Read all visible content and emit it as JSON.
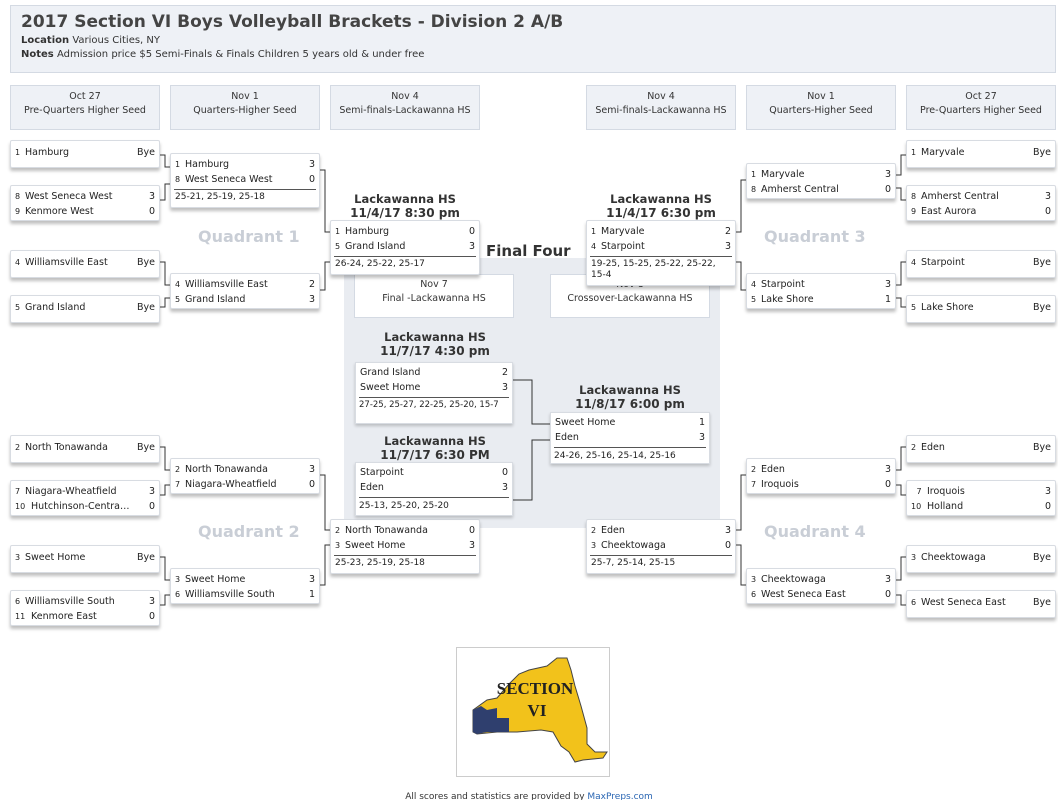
{
  "header": {
    "title": "2017 Section VI Boys Volleyball Brackets - Division 2 A/B",
    "location_label": "Location",
    "location_value": "Various Cities, NY",
    "notes_label": "Notes",
    "notes_value": "Admission price $5 Semi-Finals & Finals Children 5 years old  & under free"
  },
  "columns": {
    "left_prequarters": {
      "date": "Oct 27",
      "label": "Pre-Quarters Higher Seed"
    },
    "left_quarters": {
      "date": "Nov 1",
      "label": "Quarters-Higher Seed"
    },
    "left_semis": {
      "date": "Nov 4",
      "label": "Semi-finals-Lackawanna HS"
    },
    "right_semis": {
      "date": "Nov 4",
      "label": "Semi-finals-Lackawanna HS"
    },
    "right_quarters": {
      "date": "Nov 1",
      "label": "Quarters-Higher Seed"
    },
    "right_prequarters": {
      "date": "Oct 27",
      "label": "Pre-Quarters Higher Seed"
    }
  },
  "quadrants": {
    "q1": "Quadrant 1",
    "q2": "Quadrant 2",
    "q3": "Quadrant 3",
    "q4": "Quadrant 4"
  },
  "prequarters_left": [
    {
      "top": {
        "seed": "1",
        "name": "Hamburg",
        "score": "Bye"
      }
    },
    {
      "top": {
        "seed": "8",
        "name": "West Seneca West",
        "score": "3"
      },
      "bottom": {
        "seed": "9",
        "name": "Kenmore West",
        "score": "0"
      }
    },
    {
      "top": {
        "seed": "4",
        "name": "Williamsville East",
        "score": "Bye"
      }
    },
    {
      "top": {
        "seed": "5",
        "name": "Grand Island",
        "score": "Bye"
      }
    },
    {
      "top": {
        "seed": "2",
        "name": "North Tonawanda",
        "score": "Bye"
      }
    },
    {
      "top": {
        "seed": "7",
        "name": "Niagara-Wheatfield",
        "score": "3"
      },
      "bottom": {
        "seed": "10",
        "name": "Hutchinson-Central Te...",
        "score": "0"
      }
    },
    {
      "top": {
        "seed": "3",
        "name": "Sweet Home",
        "score": "Bye"
      }
    },
    {
      "top": {
        "seed": "6",
        "name": "Williamsville South",
        "score": "3"
      },
      "bottom": {
        "seed": "11",
        "name": "Kenmore East",
        "score": "0"
      }
    }
  ],
  "quarters_left": [
    {
      "top": {
        "seed": "1",
        "name": "Hamburg",
        "score": "3"
      },
      "bottom": {
        "seed": "8",
        "name": "West Seneca West",
        "score": "0"
      },
      "sets": "25-21, 25-19, 25-18"
    },
    {
      "top": {
        "seed": "4",
        "name": "Williamsville East",
        "score": "2"
      },
      "bottom": {
        "seed": "5",
        "name": "Grand Island",
        "score": "3"
      },
      "sets": ""
    },
    {
      "top": {
        "seed": "2",
        "name": "North Tonawanda",
        "score": "3"
      },
      "bottom": {
        "seed": "7",
        "name": "Niagara-Wheatfield",
        "score": "0"
      },
      "sets": ""
    },
    {
      "top": {
        "seed": "3",
        "name": "Sweet Home",
        "score": "3"
      },
      "bottom": {
        "seed": "6",
        "name": "Williamsville South",
        "score": "1"
      },
      "sets": ""
    }
  ],
  "semis_left": [
    {
      "venue": "Lackawanna HS",
      "when": "11/4/17 8:30 pm",
      "top": {
        "seed": "1",
        "name": "Hamburg",
        "score": "0"
      },
      "bottom": {
        "seed": "5",
        "name": "Grand Island",
        "score": "3"
      },
      "sets": "26-24, 25-22, 25-17"
    },
    {
      "top": {
        "seed": "2",
        "name": "North Tonawanda",
        "score": "0"
      },
      "bottom": {
        "seed": "3",
        "name": "Sweet Home",
        "score": "3"
      },
      "sets": "25-23, 25-19, 25-18"
    }
  ],
  "semis_right": [
    {
      "venue": "Lackawanna HS",
      "when": "11/4/17 6:30 pm",
      "top": {
        "seed": "1",
        "name": "Maryvale",
        "score": "2"
      },
      "bottom": {
        "seed": "4",
        "name": "Starpoint",
        "score": "3"
      },
      "sets": "19-25, 15-25, 25-22, 25-22, 15-4"
    },
    {
      "top": {
        "seed": "2",
        "name": "Eden",
        "score": "3"
      },
      "bottom": {
        "seed": "3",
        "name": "Cheektowaga",
        "score": "0"
      },
      "sets": "25-7, 25-14, 25-15"
    }
  ],
  "quarters_right": [
    {
      "top": {
        "seed": "1",
        "name": "Maryvale",
        "score": "3"
      },
      "bottom": {
        "seed": "8",
        "name": "Amherst Central",
        "score": "0"
      }
    },
    {
      "top": {
        "seed": "4",
        "name": "Starpoint",
        "score": "3"
      },
      "bottom": {
        "seed": "5",
        "name": "Lake Shore",
        "score": "1"
      }
    },
    {
      "top": {
        "seed": "2",
        "name": "Eden",
        "score": "3"
      },
      "bottom": {
        "seed": "7",
        "name": "Iroquois",
        "score": "0"
      }
    },
    {
      "top": {
        "seed": "3",
        "name": "Cheektowaga",
        "score": "3"
      },
      "bottom": {
        "seed": "6",
        "name": "West Seneca East",
        "score": "0"
      }
    }
  ],
  "prequarters_right": [
    {
      "top": {
        "seed": "1",
        "name": "Maryvale",
        "score": "Bye"
      }
    },
    {
      "top": {
        "seed": "8",
        "name": "Amherst Central",
        "score": "3"
      },
      "bottom": {
        "seed": "9",
        "name": "East Aurora",
        "score": "0"
      }
    },
    {
      "top": {
        "seed": "4",
        "name": "Starpoint",
        "score": "Bye"
      }
    },
    {
      "top": {
        "seed": "5",
        "name": "Lake Shore",
        "score": "Bye"
      }
    },
    {
      "top": {
        "seed": "2",
        "name": "Eden",
        "score": "Bye"
      }
    },
    {
      "top": {
        "seed": "7",
        "name": "Iroquois",
        "score": "3"
      },
      "bottom": {
        "seed": "10",
        "name": "Holland",
        "score": "0"
      }
    },
    {
      "top": {
        "seed": "3",
        "name": "Cheektowaga",
        "score": "Bye"
      }
    },
    {
      "top": {
        "seed": "6",
        "name": "West Seneca East",
        "score": "Bye"
      }
    }
  ],
  "final_four": {
    "title": "Final Four",
    "final_head": {
      "date": "Nov 7",
      "label": "Final -Lackawanna HS"
    },
    "crossover_head": {
      "date": "Nov 8",
      "label": "Crossover-Lackawanna HS"
    },
    "final_a": {
      "venue": "Lackawanna HS",
      "when": "11/7/17  4:30 pm",
      "top": {
        "name": "Grand Island",
        "score": "2"
      },
      "bottom": {
        "name": "Sweet Home",
        "score": "3"
      },
      "sets": "27-25, 25-27, 22-25, 25-20, 15-7"
    },
    "final_b": {
      "venue": "Lackawanna HS",
      "when": "11/7/17 6:30 PM",
      "top": {
        "name": "Starpoint",
        "score": "0"
      },
      "bottom": {
        "name": "Eden",
        "score": "3"
      },
      "sets": "25-13, 25-20, 25-20"
    },
    "crossover": {
      "venue": "Lackawanna HS",
      "when": "11/8/17  6:00 pm",
      "top": {
        "name": "Sweet Home",
        "score": "1"
      },
      "bottom": {
        "name": "Eden",
        "score": "3"
      },
      "sets": "24-26, 25-16, 25-14, 25-16"
    }
  },
  "logo": {
    "line1": "SECTION",
    "line2": "VI"
  },
  "footer": {
    "text": "All scores and statistics are provided by ",
    "link": "MaxPreps.com"
  },
  "colors": {
    "panel": "#eef1f6",
    "border": "#d4dae3",
    "quadrant": "#c9ced6",
    "state_fill": "#f2c21b",
    "county_fill": "#2f3f6e",
    "link": "#2a66b3"
  }
}
